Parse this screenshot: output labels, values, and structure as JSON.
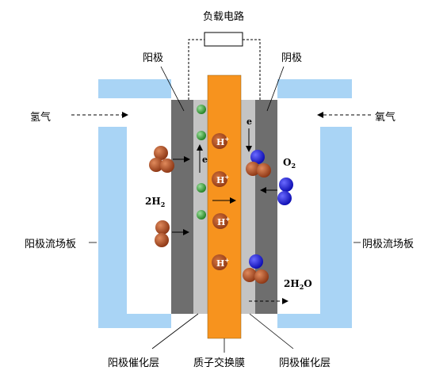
{
  "labels": {
    "load": "负载电路",
    "anode_top": "阳极",
    "cathode_top": "阴极",
    "hydrogen": "氢气",
    "oxygen": "氧气",
    "anode_plate": "阳极流场板",
    "cathode_plate": "阴极流场板",
    "anode_catalyst": "阳极催化层",
    "membrane": "质子交换膜",
    "cathode_catalyst": "阴极催化层"
  },
  "chem": {
    "h2": "2H",
    "h2_sub": "2",
    "o2": "O",
    "o2_sub": "2",
    "h2o": "2H",
    "h2o_sub": "2",
    "h2o_tail": "O",
    "proton": "H",
    "proton_sup": "+",
    "electron": "e"
  },
  "colors": {
    "plate": "#a9d4f5",
    "electrode": "#6e6e6e",
    "catalyst": "#c4c4c4",
    "membrane": "#f7931e",
    "hydrogen_atom": "#a0451c",
    "oxygen_atom": "#1515e0",
    "electron_dot": "#2e9e2e"
  }
}
